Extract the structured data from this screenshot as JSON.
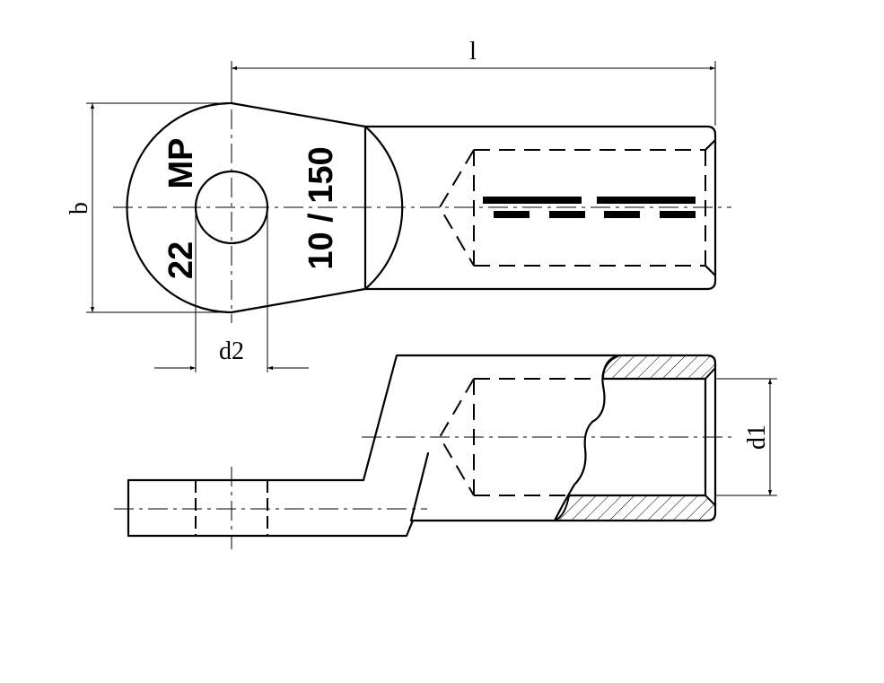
{
  "drawing": {
    "subject": "cable lug technical drawing",
    "colors": {
      "line": "#000000",
      "background": "#ffffff"
    },
    "dimensions": {
      "length_label": "l",
      "width_label": "b",
      "hole_diameter_label": "d2",
      "barrel_diameter_label": "d1"
    },
    "markings": {
      "brand": "MP",
      "stud_size": "22",
      "cross_section": "10 / 150"
    },
    "views": [
      "top view",
      "side section view"
    ]
  }
}
